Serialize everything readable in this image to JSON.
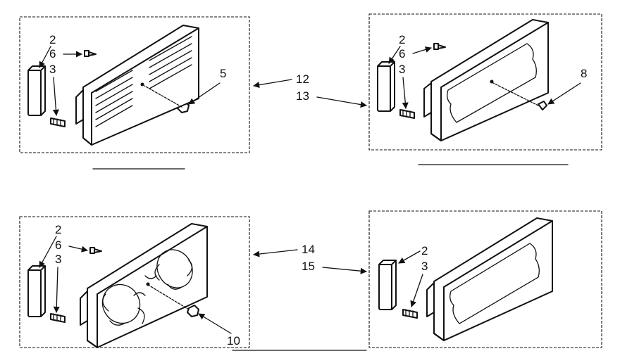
{
  "callouts": {
    "panel1": {
      "a": "2",
      "b": "6",
      "c": "3",
      "d": "5"
    },
    "panel2": {
      "a": "2",
      "b": "6",
      "c": "3",
      "d": "8"
    },
    "panel3": {
      "a": "2",
      "b": "6",
      "c": "3",
      "d": "10"
    },
    "panel4": {
      "a": "2",
      "b": "3"
    },
    "assembly_top": [
      "12",
      "13"
    ],
    "assembly_bottom": [
      "14",
      "15"
    ]
  },
  "colors": {
    "ink": "#111111",
    "paper": "#ffffff"
  }
}
